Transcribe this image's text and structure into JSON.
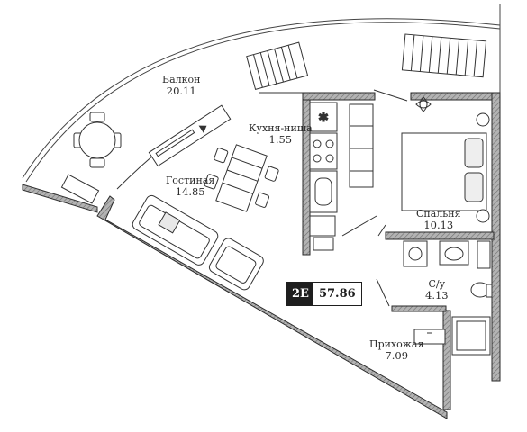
{
  "apartment": {
    "type": "2E",
    "total_area": "57.86"
  },
  "rooms": {
    "balcony": {
      "name": "Балкон",
      "area": "20.11"
    },
    "kitchen": {
      "name": "Кухня-ниша",
      "area": "1.55"
    },
    "living": {
      "name": "Гостиная",
      "area": "14.85"
    },
    "bedroom": {
      "name": "Спальня",
      "area": "10.13"
    },
    "bathroom": {
      "name": "С/у",
      "area": "4.13"
    },
    "hallway": {
      "name": "Прихожая",
      "area": "7.09"
    }
  },
  "colors": {
    "wall_fill": "#9b9b9b",
    "wall_stroke": "#2a2a2a",
    "line": "#3a3a3a",
    "badge": "#1e1e1e"
  }
}
